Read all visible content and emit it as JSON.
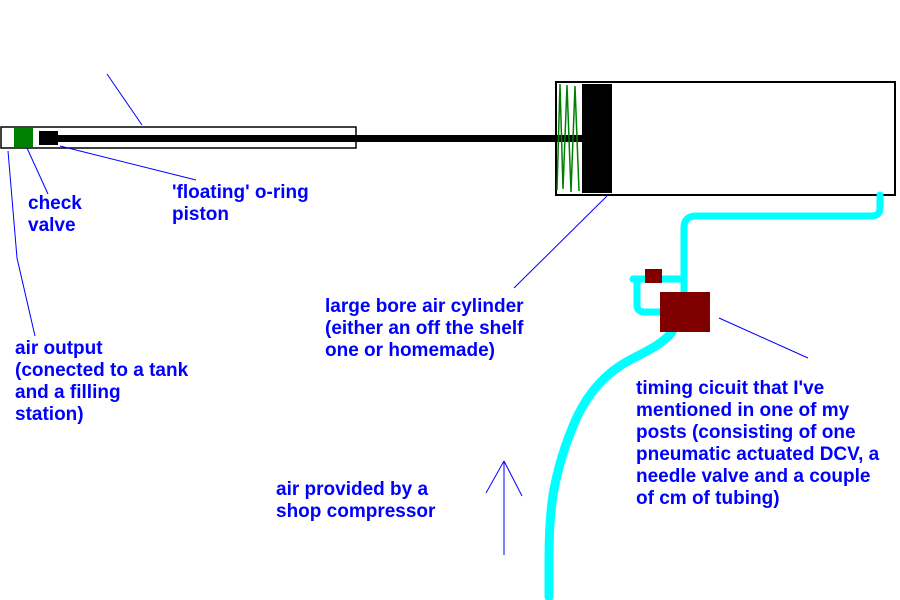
{
  "colors": {
    "background": "#FFFFFF",
    "label": "#0000FF",
    "line": "#0000FF",
    "tube": "#00FFFF",
    "valve_green": "#008000",
    "component_maroon": "#800000",
    "ink": "#000000"
  },
  "labels": {
    "check_valve": "check\nvalve",
    "floating_piston": "'floating' o-ring\npiston",
    "air_output": "air output\n(conected to a tank\nand a filling\nstation)",
    "large_cylinder": "large bore air cylinder\n(either an off the shelf\none or homemade)",
    "air_supply": "air provided by a\nshop compressor",
    "timing_circuit": "timing cicuit that I've\nmentioned in one of my\nposts (consisting of one\npneumatic actuated DCV, a\nneedle valve and a couple\nof cm of tubing)"
  },
  "icons": {
    "up_arrow": "upward-flow-arrow"
  }
}
